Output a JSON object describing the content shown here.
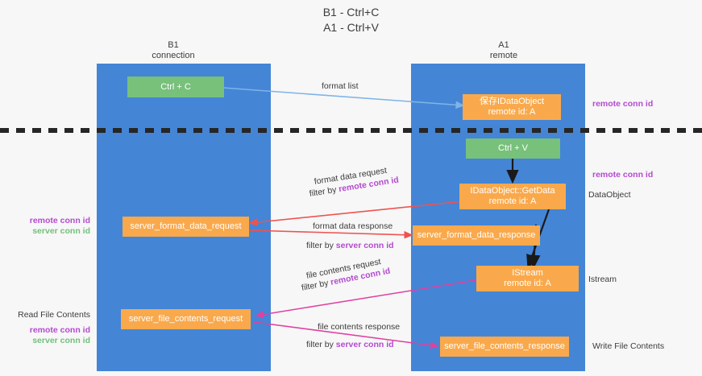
{
  "title": {
    "line1": "B1 - Ctrl+C",
    "line2": "A1 - Ctrl+V"
  },
  "columns": [
    {
      "name": "B1",
      "role": "connection"
    },
    {
      "name": "A1",
      "role": "remote"
    }
  ],
  "colors": {
    "lane": "#4485d6",
    "orange": "#f9a94c",
    "green": "#77c17b",
    "purple": "#b44ad0",
    "green_text": "#72c07a",
    "arrow_blue": "#7fb3e8",
    "arrow_red": "#ef5350",
    "arrow_magenta": "#e040a0",
    "arrow_black": "#1a1a1a",
    "divider": "#262626",
    "background": "#f7f7f7"
  },
  "nodes": [
    {
      "id": "ctrl-c",
      "line1": "Ctrl + C",
      "line2": "",
      "style": "green"
    },
    {
      "id": "idataobject-store",
      "line1": "保存IDataObject",
      "line2": "remote id: A",
      "style": "orange"
    },
    {
      "id": "ctrl-v",
      "line1": "Ctrl + V",
      "line2": "",
      "style": "green"
    },
    {
      "id": "idataobject-getdata",
      "line1": "IDataObject::GetData",
      "line2": "remote id: A",
      "style": "orange"
    },
    {
      "id": "server-fmt-request",
      "line1": "server_format_data_request",
      "line2": "",
      "style": "orange"
    },
    {
      "id": "server-fmt-response",
      "line1": "server_format_data_response",
      "line2": "",
      "style": "orange"
    },
    {
      "id": "istream",
      "line1": "IStream",
      "line2": "remote id: A",
      "style": "orange"
    },
    {
      "id": "server-file-request",
      "line1": "server_file_contents_request",
      "line2": "",
      "style": "orange"
    },
    {
      "id": "server-file-response",
      "line1": "server_file_contents_response",
      "line2": "",
      "style": "orange"
    }
  ],
  "edge_labels": {
    "format_list": "format list",
    "format_data_request": "format data request",
    "filter_by": "filter by ",
    "remote_conn_id": "remote conn id",
    "format_data_response": "format data response",
    "server_conn_id": "server conn id",
    "file_contents_request": "file contents request",
    "file_contents_response": "file contents response"
  },
  "right_annotations": [
    {
      "id": "remote-conn-id-top",
      "text": "remote conn id",
      "style": "purple"
    },
    {
      "id": "remote-conn-id-mid",
      "text": "remote conn id",
      "style": "purple"
    },
    {
      "id": "dataobject",
      "text": "DataObject",
      "style": "dark"
    },
    {
      "id": "istream-note",
      "text": "Istream",
      "style": "dark"
    },
    {
      "id": "write-file-contents",
      "text": "Write File Contents",
      "style": "dark"
    }
  ],
  "left_annotations": [
    {
      "id": "remote-conn-id-left",
      "text": "remote conn id",
      "style": "purple"
    },
    {
      "id": "server-conn-id-left",
      "text": "server conn id",
      "style": "green-t"
    },
    {
      "id": "read-file-contents",
      "text": "Read File Contents",
      "style": "dark"
    },
    {
      "id": "remote-conn-id-left-2",
      "text": "remote conn id",
      "style": "purple"
    },
    {
      "id": "server-conn-id-left-2",
      "text": "server conn id",
      "style": "green-t"
    }
  ]
}
